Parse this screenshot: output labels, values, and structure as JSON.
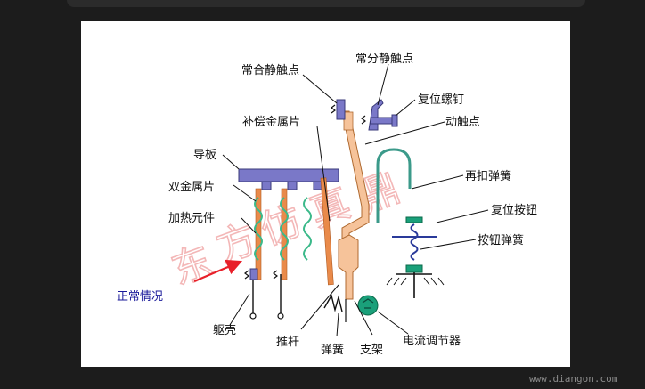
{
  "labels": {
    "normally_closed_contact": "常合静触点",
    "normally_open_contact": "常分静触点",
    "reset_screw": "复位螺钉",
    "compensation_strip": "补偿金属片",
    "moving_contact": "动触点",
    "guide_plate": "导板",
    "bimetal_strip": "双金属片",
    "reclose_spring": "再扣弹簧",
    "reset_button": "复位按钮",
    "heating_element": "加热元件",
    "button_spring": "按钮弹簧",
    "normal_state": "正常情况",
    "housing": "躯壳",
    "push_rod": "推杆",
    "spring": "弹簧",
    "bracket": "支架",
    "current_adjuster": "电流调节器"
  },
  "watermark": {
    "site": "www.diangon.com"
  },
  "colors": {
    "guide_plate": "#7a78c8",
    "contact": "#7a78c8",
    "heater": "#e98a4a",
    "heater_coil": "#3bb98a",
    "reclose_spring": "#3b9a8a",
    "pointer_red": "#e8202a",
    "adjuster": "#1aa07a"
  }
}
